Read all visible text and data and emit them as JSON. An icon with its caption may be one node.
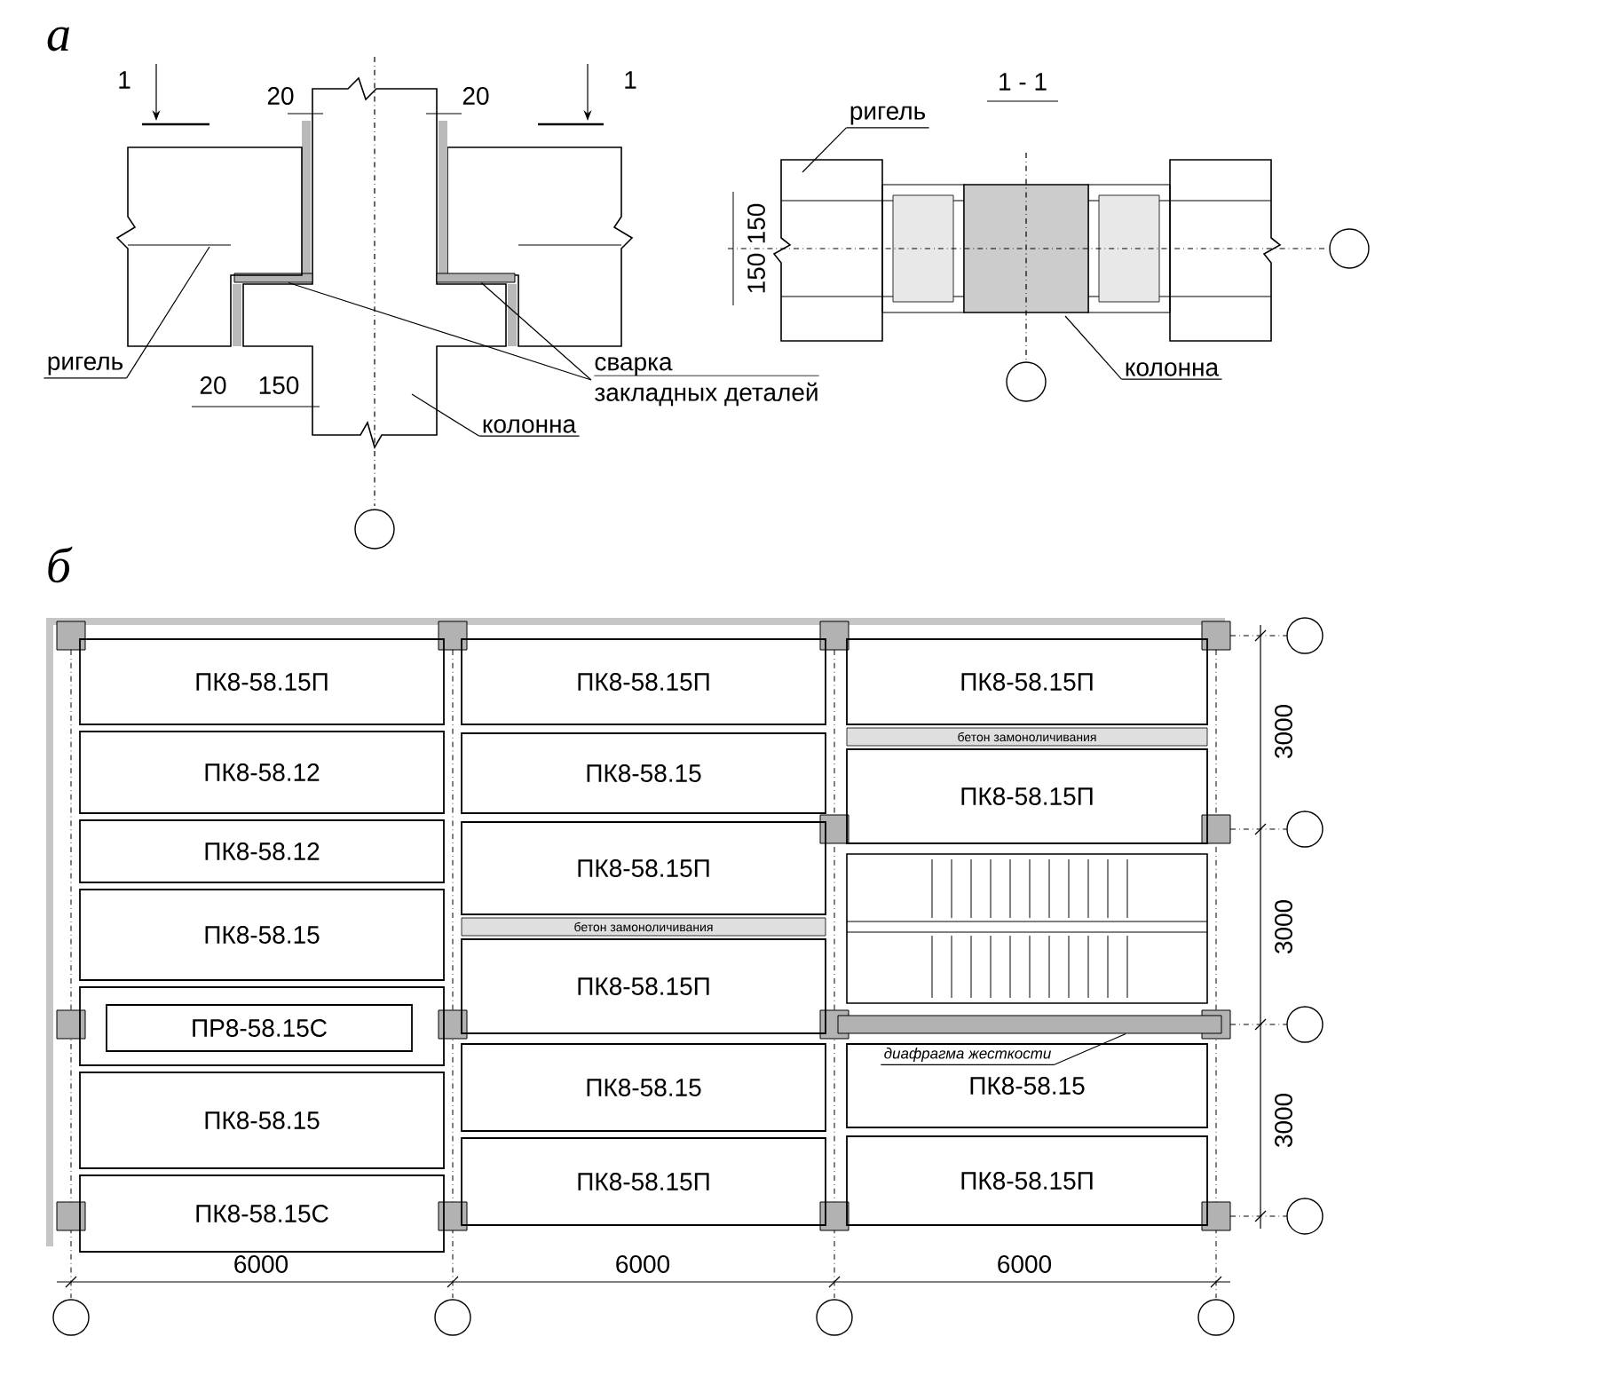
{
  "diagram": {
    "nodes": [
      {
        "text": [
          "ригель"
        ]
      },
      {
        "text": [
          "сварка",
          "закладных деталей"
        ]
      },
      {
        "text": [
          "колонна"
        ]
      },
      {
        "text": [
          "ригель"
        ]
      },
      {
        "text": [
          "колонна"
        ]
      },
      {
        "text": [
          "ПК8-58.15П"
        ]
      },
      {
        "text": [
          "ПК8-58.12"
        ]
      },
      {
        "text": [
          "ПК8-58.12"
        ]
      },
      {
        "text": [
          "ПК8-58.15"
        ]
      },
      {
        "text": [],
        "shape": "box"
      },
      {
        "text": [
          "ПР8-58.15С"
        ],
        "in": 9
      },
      {
        "text": [
          "ПК8-58.15"
        ]
      },
      {
        "text": [
          "ПК8-58.15С"
        ]
      },
      {
        "text": [
          "ПК8-58.15П"
        ]
      },
      {
        "text": [
          "ПК8-58.15"
        ]
      },
      {
        "text": [
          "ПК8-58.15П"
        ]
      },
      {
        "text": [
          "бетон замоноличивания"
        ]
      },
      {
        "text": [
          "ПК8-58.15П"
        ]
      },
      {
        "text": [
          "ПК8-58.15"
        ]
      },
      {
        "text": [
          "ПК8-58.15П"
        ]
      },
      {
        "text": [
          "ПК8-58.15П"
        ]
      },
      {
        "text": [
          "бетон замоноличивания"
        ]
      },
      {
        "text": [
          "ПК8-58.15П"
        ]
      },
      {
        "text": [],
        "shape": "bar"
      },
      {
        "text": [
          "ПК8-58.15"
        ]
      },
      {
        "text": [
          "диафрагма жесткости"
        ],
        "in": 24
      },
      {
        "text": [
          "ПК8-58.15П"
        ]
      },
      {
        "text": [],
        "shape": "bar"
      },
      {
        "text": [],
        "shape": "bar"
      },
      {
        "text": [],
        "shape": "box"
      }
    ],
    "edges": [
      {
        "from": 0,
        "to": 29,
        "arrow": "none"
      },
      {
        "from": 1,
        "to": 27,
        "arrow": "none"
      },
      {
        "from": 1,
        "to": 28,
        "arrow": "none"
      },
      {
        "from": 2,
        "to": null,
        "arrow": "none"
      },
      {
        "from": 3,
        "to": null,
        "arrow": "none"
      },
      {
        "from": 4,
        "to": null,
        "arrow": "none"
      },
      {
        "from": 25,
        "to": 23,
        "arrow": "none"
      }
    ],
    "labels": [
      "а",
      "1",
      "20",
      "20",
      "1",
      "1 - 1",
      "150",
      "150",
      "20",
      "150",
      "б",
      "3000",
      "3000",
      "3000",
      "6000",
      "6000",
      "6000"
    ]
  }
}
